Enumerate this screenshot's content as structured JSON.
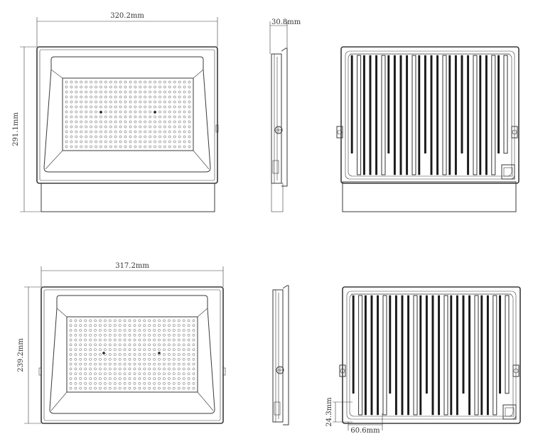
{
  "dimensions": {
    "top_width": "320.2mm",
    "top_height": "291.1mm",
    "top_depth": "30.8mm",
    "bottom_width": "317.2mm",
    "bottom_height": "239.2mm",
    "bottom_back_offset_x": "60.6mm",
    "bottom_back_offset_y": "24.3mm"
  },
  "colors": {
    "line": "#3a3a3a",
    "fin": "#1a1a1a",
    "background": "#ffffff"
  }
}
